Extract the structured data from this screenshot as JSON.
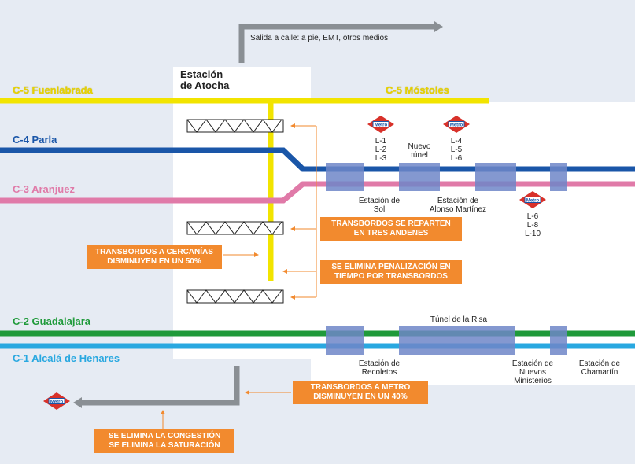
{
  "exit_label": "Salida a calle: a pie, EMT, otros medios.",
  "atocha": {
    "line1": "Estación",
    "line2": "de Atocha"
  },
  "lines": {
    "c5_left": "C-5 Fuenlabrada",
    "c5_right": "C-5 Móstoles",
    "c4": "C-4 Parla",
    "c3": "C-3 Aranjuez",
    "c2": "C-2 Guadalajara",
    "c1": "C-1 Alcalá de Henares"
  },
  "colors": {
    "c5": "#f2e400",
    "c4": "#1a56a8",
    "c3": "#e07aa8",
    "c2": "#1f9a3a",
    "c1": "#29a8e0",
    "station": "#6f86c8",
    "callout": "#f28a2e",
    "exit_arrow": "#8a8f94"
  },
  "metro_icon_label": "Metro",
  "metro_groups": {
    "sol": [
      "L-1",
      "L-2",
      "L-3"
    ],
    "alonso": [
      "L-4",
      "L-5",
      "L-6"
    ],
    "nuevos": [
      "L-6",
      "L-8",
      "L-10"
    ]
  },
  "nuevo_tunel": {
    "line1": "Nuevo",
    "line2": "túnel"
  },
  "tunel_risa": "Túnel de la Risa",
  "stations": {
    "sol": {
      "line1": "Estación de",
      "line2": "Sol"
    },
    "alonso": {
      "line1": "Estación de",
      "line2": "Alonso Martínez"
    },
    "recoletos": {
      "line1": "Estación de",
      "line2": "Recoletos"
    },
    "nuevos": {
      "line1": "Estación de",
      "line2": "Nuevos",
      "line3": "Ministerios"
    },
    "chamartin": {
      "line1": "Estación de",
      "line2": "Chamartín"
    }
  },
  "callouts": {
    "reparten": {
      "line1": "TRANSBORDOS SE REPARTEN",
      "line2": "EN TRES ANDENES"
    },
    "cercanias": {
      "line1": "TRANSBORDOS A CERCANÍAS",
      "line2": "DISMINUYEN EN UN 50%"
    },
    "penalizacion": {
      "line1": "SE ELIMINA PENALIZACIÓN EN",
      "line2": "TIEMPO POR TRANSBORDOS"
    },
    "metro": {
      "line1": "TRANSBORDOS A METRO",
      "line2": "DISMINUYEN EN UN 40%"
    },
    "congestion": {
      "line1": "SE ELIMINA LA CONGESTIÓN",
      "line2": "SE ELIMINA LA SATURACIÓN"
    }
  }
}
